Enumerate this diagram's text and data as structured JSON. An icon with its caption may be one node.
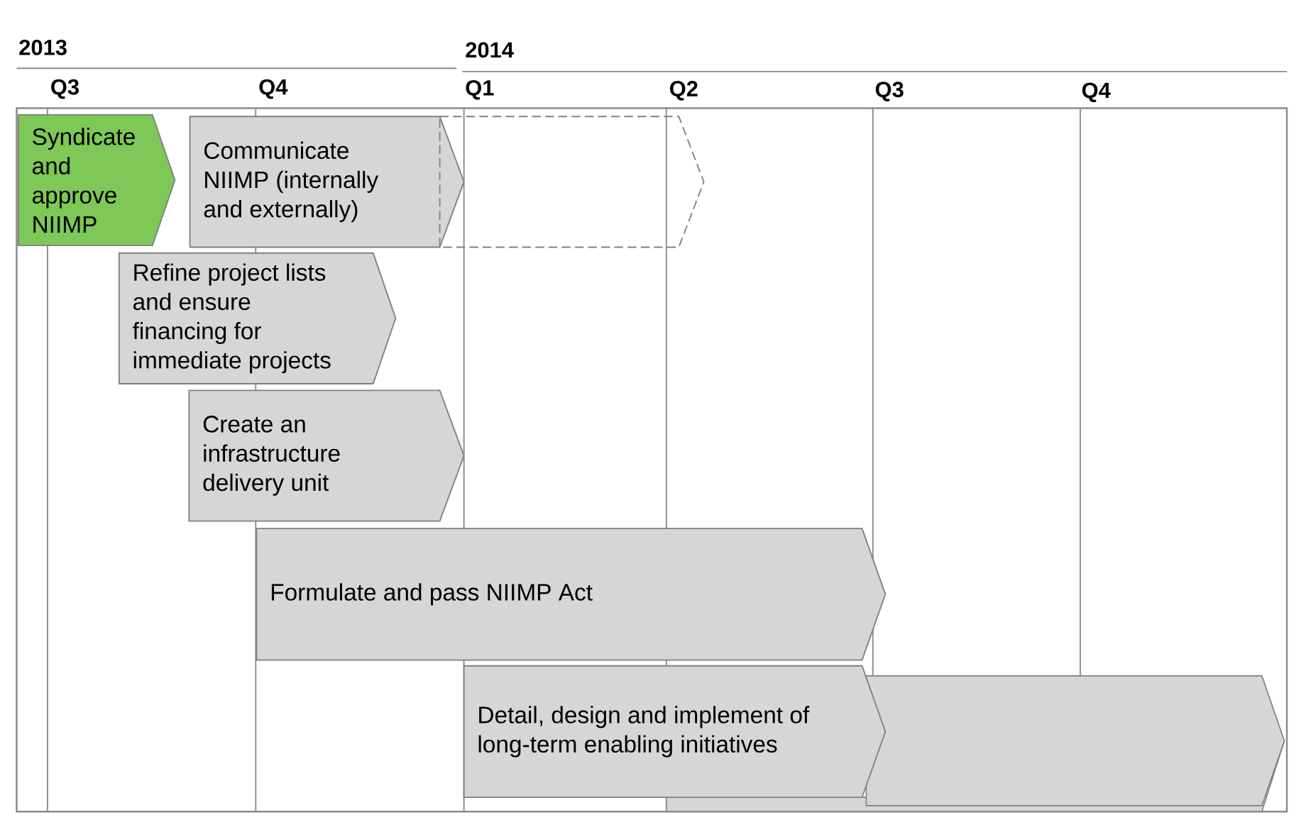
{
  "diagram": {
    "nodes": [
      {
        "text": [
          "Syndicate and approve NIIMP"
        ]
      },
      {
        "text": [
          "Communicate NIIMP (internally and externally)"
        ]
      },
      {
        "text": [],
        "shape": "chevron"
      },
      {
        "text": [
          "Refine project lists and ensure financing for immediate projects"
        ]
      },
      {
        "text": [
          "Create an infrastructure delivery unit"
        ]
      },
      {
        "text": [
          "Formulate and pass NIIMP Act"
        ]
      },
      {
        "text": [
          "Detail, design and implement of long-term enabling initiatives"
        ]
      }
    ],
    "labels": [
      "2013",
      "2014",
      "Q3",
      "Q4",
      "Q1",
      "Q2",
      "Q3",
      "Q4"
    ]
  }
}
